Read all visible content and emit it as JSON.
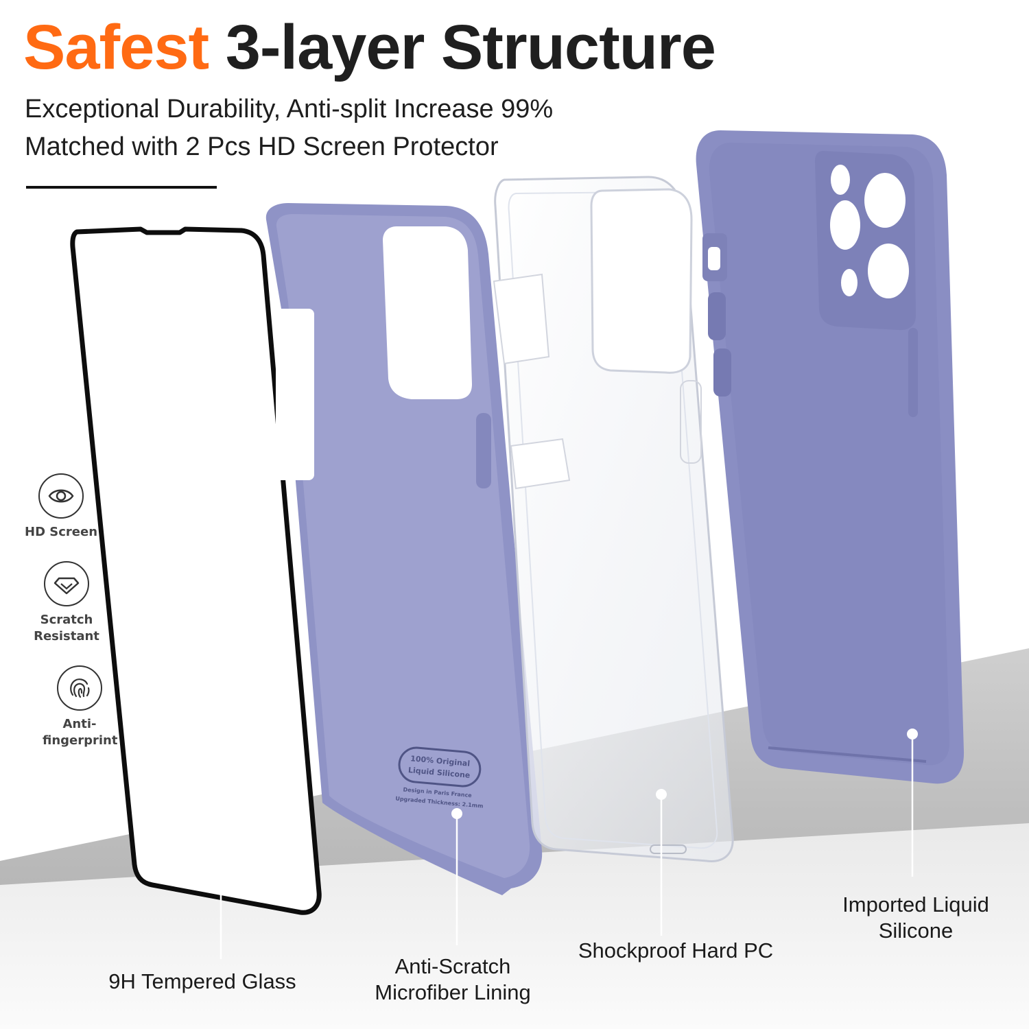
{
  "header": {
    "title_accent": "Safest",
    "title_rest": "3-layer Structure",
    "subtitle_line1": "Exceptional Durability, Anti-split Increase 99%",
    "subtitle_line2": "Matched with 2 Pcs HD Screen Protector"
  },
  "features": [
    {
      "line1": "HD Screen",
      "line2": "",
      "icon": "eye-icon"
    },
    {
      "line1": "Scratch",
      "line2": "Resistant",
      "icon": "diamond-icon"
    },
    {
      "line1": "Anti-",
      "line2": "fingerprint",
      "icon": "fingerprint-icon"
    }
  ],
  "stamp": {
    "line1": "100% Original",
    "line2": "Liquid Silicone",
    "line3": "Design in Paris France",
    "line4": "Upgraded Thickness: 2.1mm"
  },
  "layers": [
    {
      "line1": "9H Tempered Glass",
      "line2": ""
    },
    {
      "line1": "Anti-Scratch",
      "line2": "Microfiber Lining"
    },
    {
      "line1": "Shockproof Hard PC",
      "line2": ""
    },
    {
      "line1": "Imported Liquid",
      "line2": "Silicone"
    }
  ],
  "colors": {
    "accent": "#ff6a13",
    "silicone": "#8a8fc4",
    "microfiber": "#9a9dcc",
    "floor": "#b9b9b9"
  }
}
